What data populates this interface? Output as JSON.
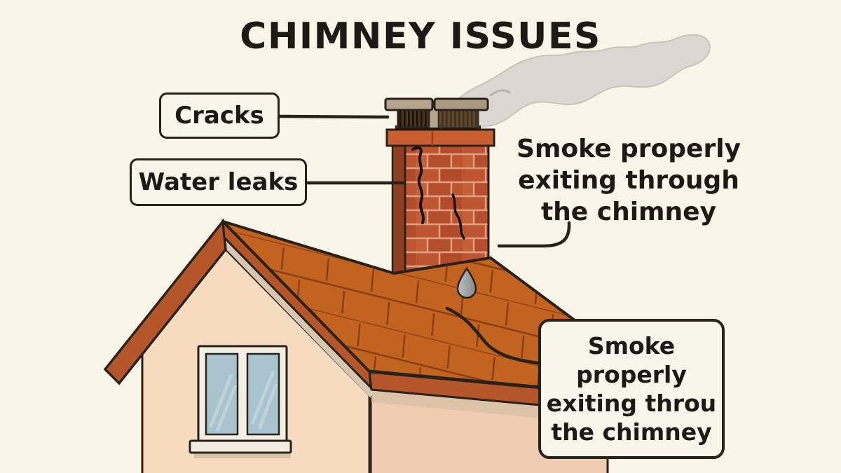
{
  "title": "CHIMNEY ISSUES",
  "annotations": {
    "cracks": {
      "label": "Cracks"
    },
    "water_leaks": {
      "label": "Water leaks"
    },
    "smoke_note": {
      "line1": "Smoke properly",
      "line2": "exiting through",
      "line3": "the chimney"
    },
    "smoke_box": {
      "line1": "Smoke",
      "line2": "properly",
      "line3": "exiting throu",
      "line4": "the chimney"
    }
  },
  "colors": {
    "bg": "#f9f5e9",
    "ink": "#29221a",
    "text": "#1d1a15",
    "boxfill": "#f8f5ea",
    "brick": "#bd5530",
    "brick_mortar": "#dfa183",
    "roof": "#c2641f",
    "roof_line": "#8a3c1a",
    "roof_edge": "#b4562a",
    "wall_front": "#f7dcc0",
    "wall_side": "#f0cdb0",
    "crown": "#b5a38c",
    "cap_dark": "#3a2815",
    "smoke": "#dcd8d1",
    "glass": "#a9c4cf",
    "water_drop": "#9aa4a8"
  }
}
